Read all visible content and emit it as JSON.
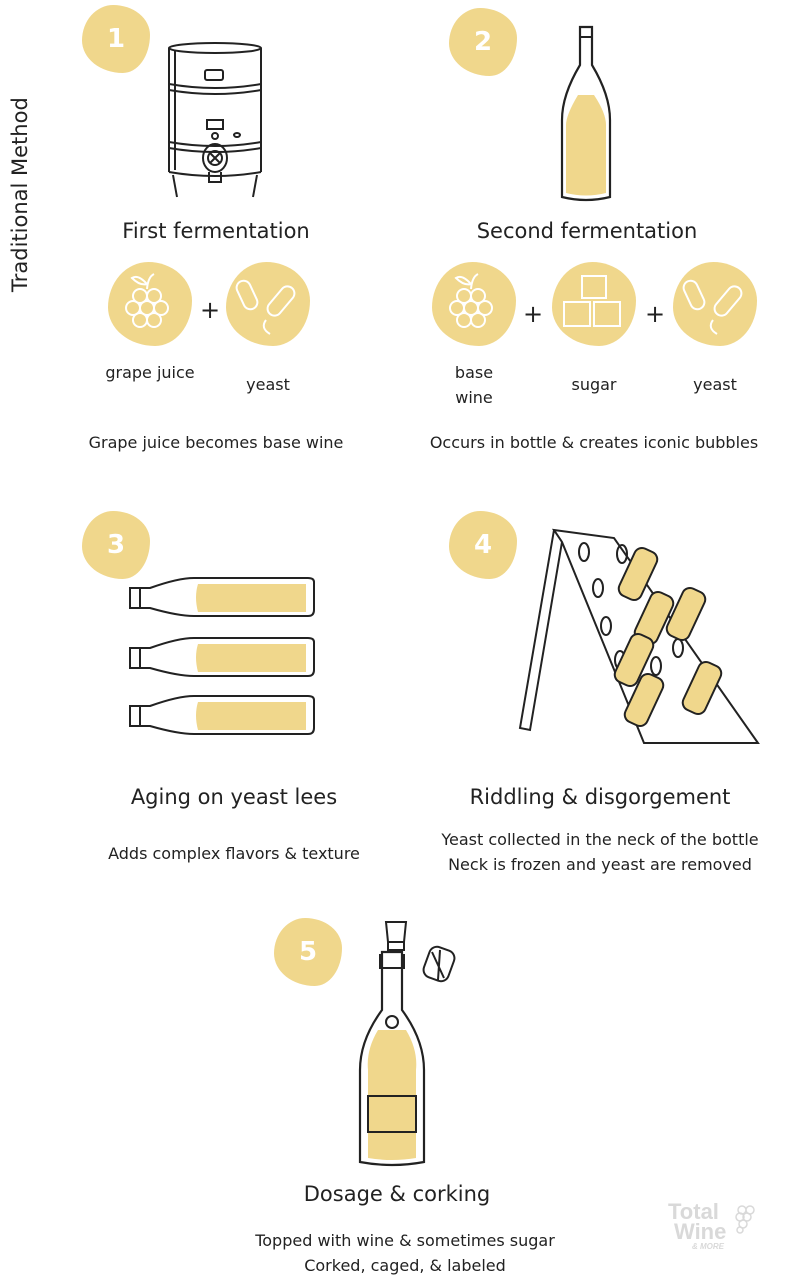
{
  "side_title": "Traditional Method",
  "accent_color": "#f0d78c",
  "steps": [
    {
      "number": "1",
      "title": "First fermentation",
      "ingredients": [
        {
          "label": "grape juice",
          "icon": "grapes-icon"
        },
        {
          "label": "yeast",
          "icon": "yeast-icon"
        }
      ],
      "description": "Grape juice becomes base wine"
    },
    {
      "number": "2",
      "title": "Second fermentation",
      "ingredients": [
        {
          "label": "base wine",
          "icon": "grapes-icon"
        },
        {
          "label": "sugar",
          "icon": "sugar-cubes-icon"
        },
        {
          "label": "yeast",
          "icon": "yeast-icon"
        }
      ],
      "description": "Occurs in bottle & creates iconic bubbles"
    },
    {
      "number": "3",
      "title": "Aging on yeast lees",
      "description": "Adds complex flavors & texture"
    },
    {
      "number": "4",
      "title": "Riddling & disgorgement",
      "description_lines": [
        "Yeast collected in the neck of the bottle",
        "Neck is frozen and yeast are removed"
      ]
    },
    {
      "number": "5",
      "title": "Dosage & corking",
      "description_lines": [
        "Topped with wine & sometimes sugar",
        "Corked, caged, & labeled"
      ]
    }
  ],
  "plus": "+",
  "logo": {
    "line1": "Total",
    "line2": "Wine",
    "line3": "& MORE"
  }
}
